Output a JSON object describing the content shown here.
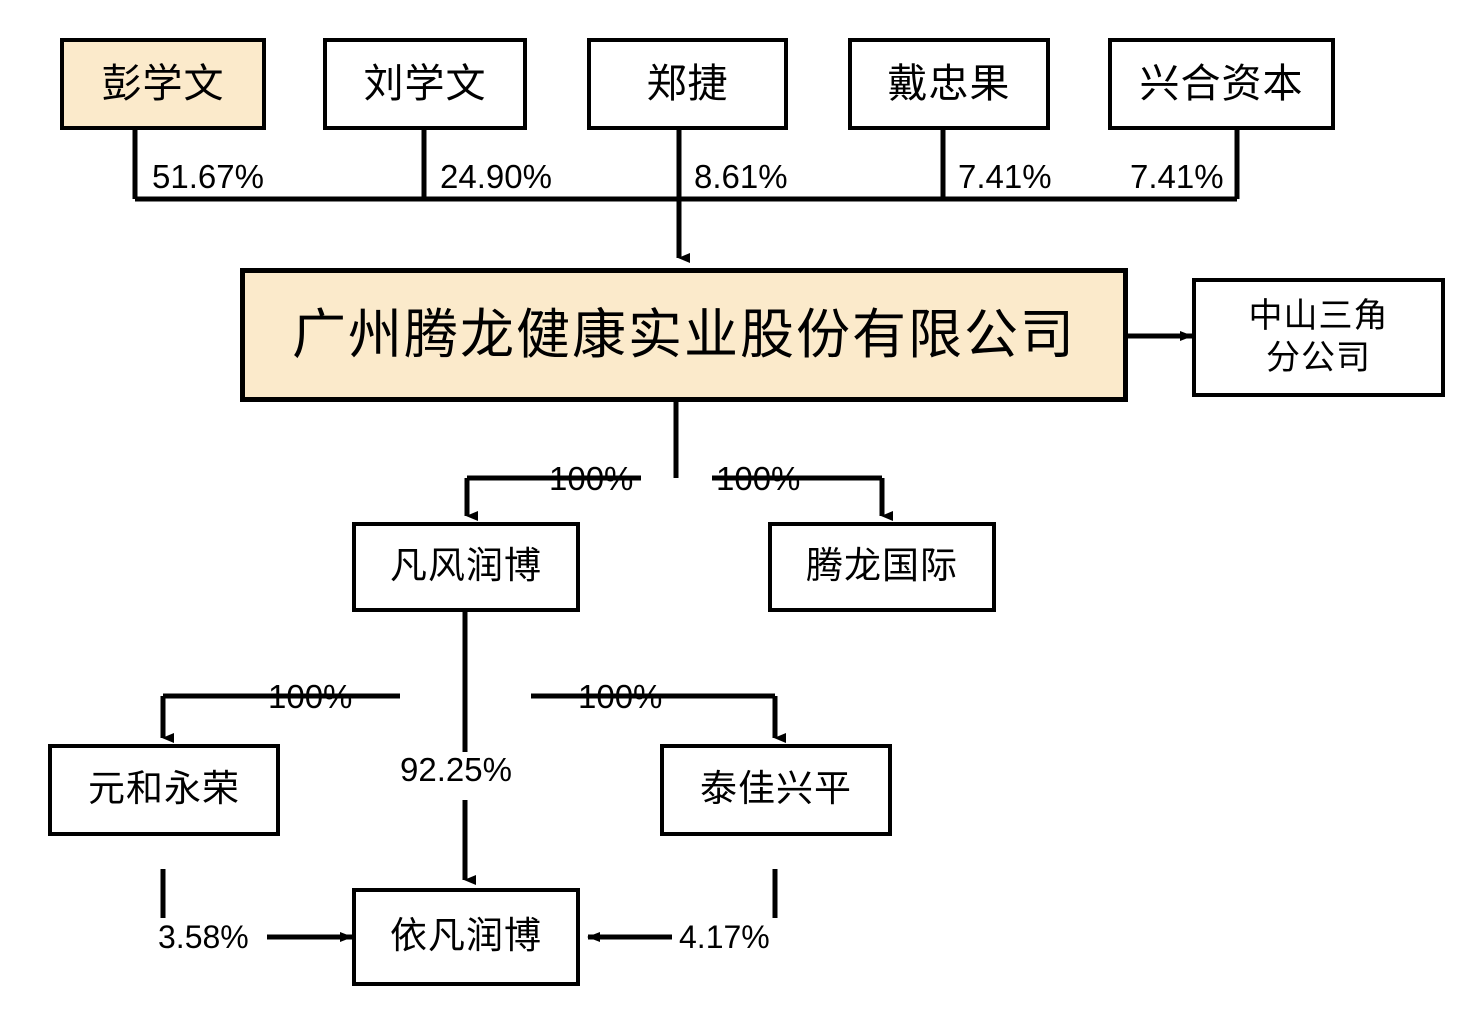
{
  "chart_data": {
    "type": "diagram",
    "title": "广州腾龙健康实业股份有限公司股权结构图",
    "nodes": [
      {
        "id": "peng",
        "label": "彭学文",
        "highlight": true
      },
      {
        "id": "liu",
        "label": "刘学文",
        "highlight": false
      },
      {
        "id": "zheng",
        "label": "郑捷",
        "highlight": false
      },
      {
        "id": "dai",
        "label": "戴忠果",
        "highlight": false
      },
      {
        "id": "xinghe",
        "label": "兴合资本",
        "highlight": false
      },
      {
        "id": "main",
        "label": "广州腾龙健康实业股份有限公司",
        "highlight": true
      },
      {
        "id": "zhongshan",
        "label": "中山三角\n分公司",
        "highlight": false
      },
      {
        "id": "fanfeng",
        "label": "凡风润博",
        "highlight": false
      },
      {
        "id": "tenglong",
        "label": "腾龙国际",
        "highlight": false
      },
      {
        "id": "yuanhe",
        "label": "元和永荣",
        "highlight": false
      },
      {
        "id": "taijia",
        "label": "泰佳兴平",
        "highlight": false
      },
      {
        "id": "yifan",
        "label": "依凡润博",
        "highlight": false
      }
    ],
    "edges": [
      {
        "from": "peng",
        "to": "main",
        "label": "51.67%"
      },
      {
        "from": "liu",
        "to": "main",
        "label": "24.90%"
      },
      {
        "from": "zheng",
        "to": "main",
        "label": "8.61%"
      },
      {
        "from": "dai",
        "to": "main",
        "label": "7.41%"
      },
      {
        "from": "xinghe",
        "to": "main",
        "label": "7.41%"
      },
      {
        "from": "main",
        "to": "zhongshan",
        "label": ""
      },
      {
        "from": "main",
        "to": "fanfeng",
        "label": "100%"
      },
      {
        "from": "main",
        "to": "tenglong",
        "label": "100%"
      },
      {
        "from": "fanfeng",
        "to": "yuanhe",
        "label": "100%"
      },
      {
        "from": "fanfeng",
        "to": "taijia",
        "label": "100%"
      },
      {
        "from": "fanfeng",
        "to": "yifan",
        "label": "92.25%"
      },
      {
        "from": "yuanhe",
        "to": "yifan",
        "label": "3.58%"
      },
      {
        "from": "taijia",
        "to": "yifan",
        "label": "4.17%"
      }
    ]
  },
  "boxes": {
    "peng": {
      "label": "彭学文"
    },
    "liu": {
      "label": "刘学文"
    },
    "zheng": {
      "label": "郑捷"
    },
    "dai": {
      "label": "戴忠果"
    },
    "xinghe": {
      "label": "兴合资本"
    },
    "main": {
      "label": "广州腾龙健康实业股份有限公司"
    },
    "zhongshan": {
      "line1": "中山三角",
      "line2": "分公司"
    },
    "fanfeng": {
      "label": "凡风润博"
    },
    "tenglong": {
      "label": "腾龙国际"
    },
    "yuanhe": {
      "label": "元和永荣"
    },
    "taijia": {
      "label": "泰佳兴平"
    },
    "yifan": {
      "label": "依凡润博"
    }
  },
  "labels": {
    "pct_peng": "51.67%",
    "pct_liu": "24.90%",
    "pct_zheng": "8.61%",
    "pct_dai": "7.41%",
    "pct_xinghe": "7.41%",
    "pct_main_fanfeng": "100%",
    "pct_main_tenglong": "100%",
    "pct_fanfeng_yuanhe": "100%",
    "pct_fanfeng_taijia": "100%",
    "pct_fanfeng_yifan": "92.25%",
    "pct_yuanhe_yifan": "3.58%",
    "pct_taijia_yifan": "4.17%"
  },
  "colors": {
    "highlight_fill": "#fbeacb",
    "stroke": "#000000",
    "background": "#ffffff"
  }
}
